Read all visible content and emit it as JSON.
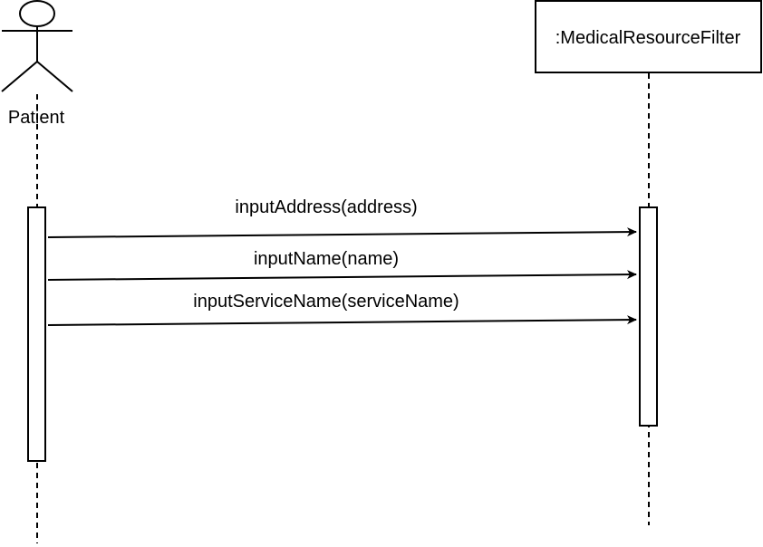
{
  "actor": {
    "name": "Patient"
  },
  "object": {
    "name": ":MedicalResourceFilter"
  },
  "messages": [
    {
      "label": "inputAddress(address)"
    },
    {
      "label": "inputName(name)"
    },
    {
      "label": "inputServiceName(serviceName)"
    }
  ],
  "colors": {
    "line": "#000000",
    "fill": "#ffffff"
  }
}
